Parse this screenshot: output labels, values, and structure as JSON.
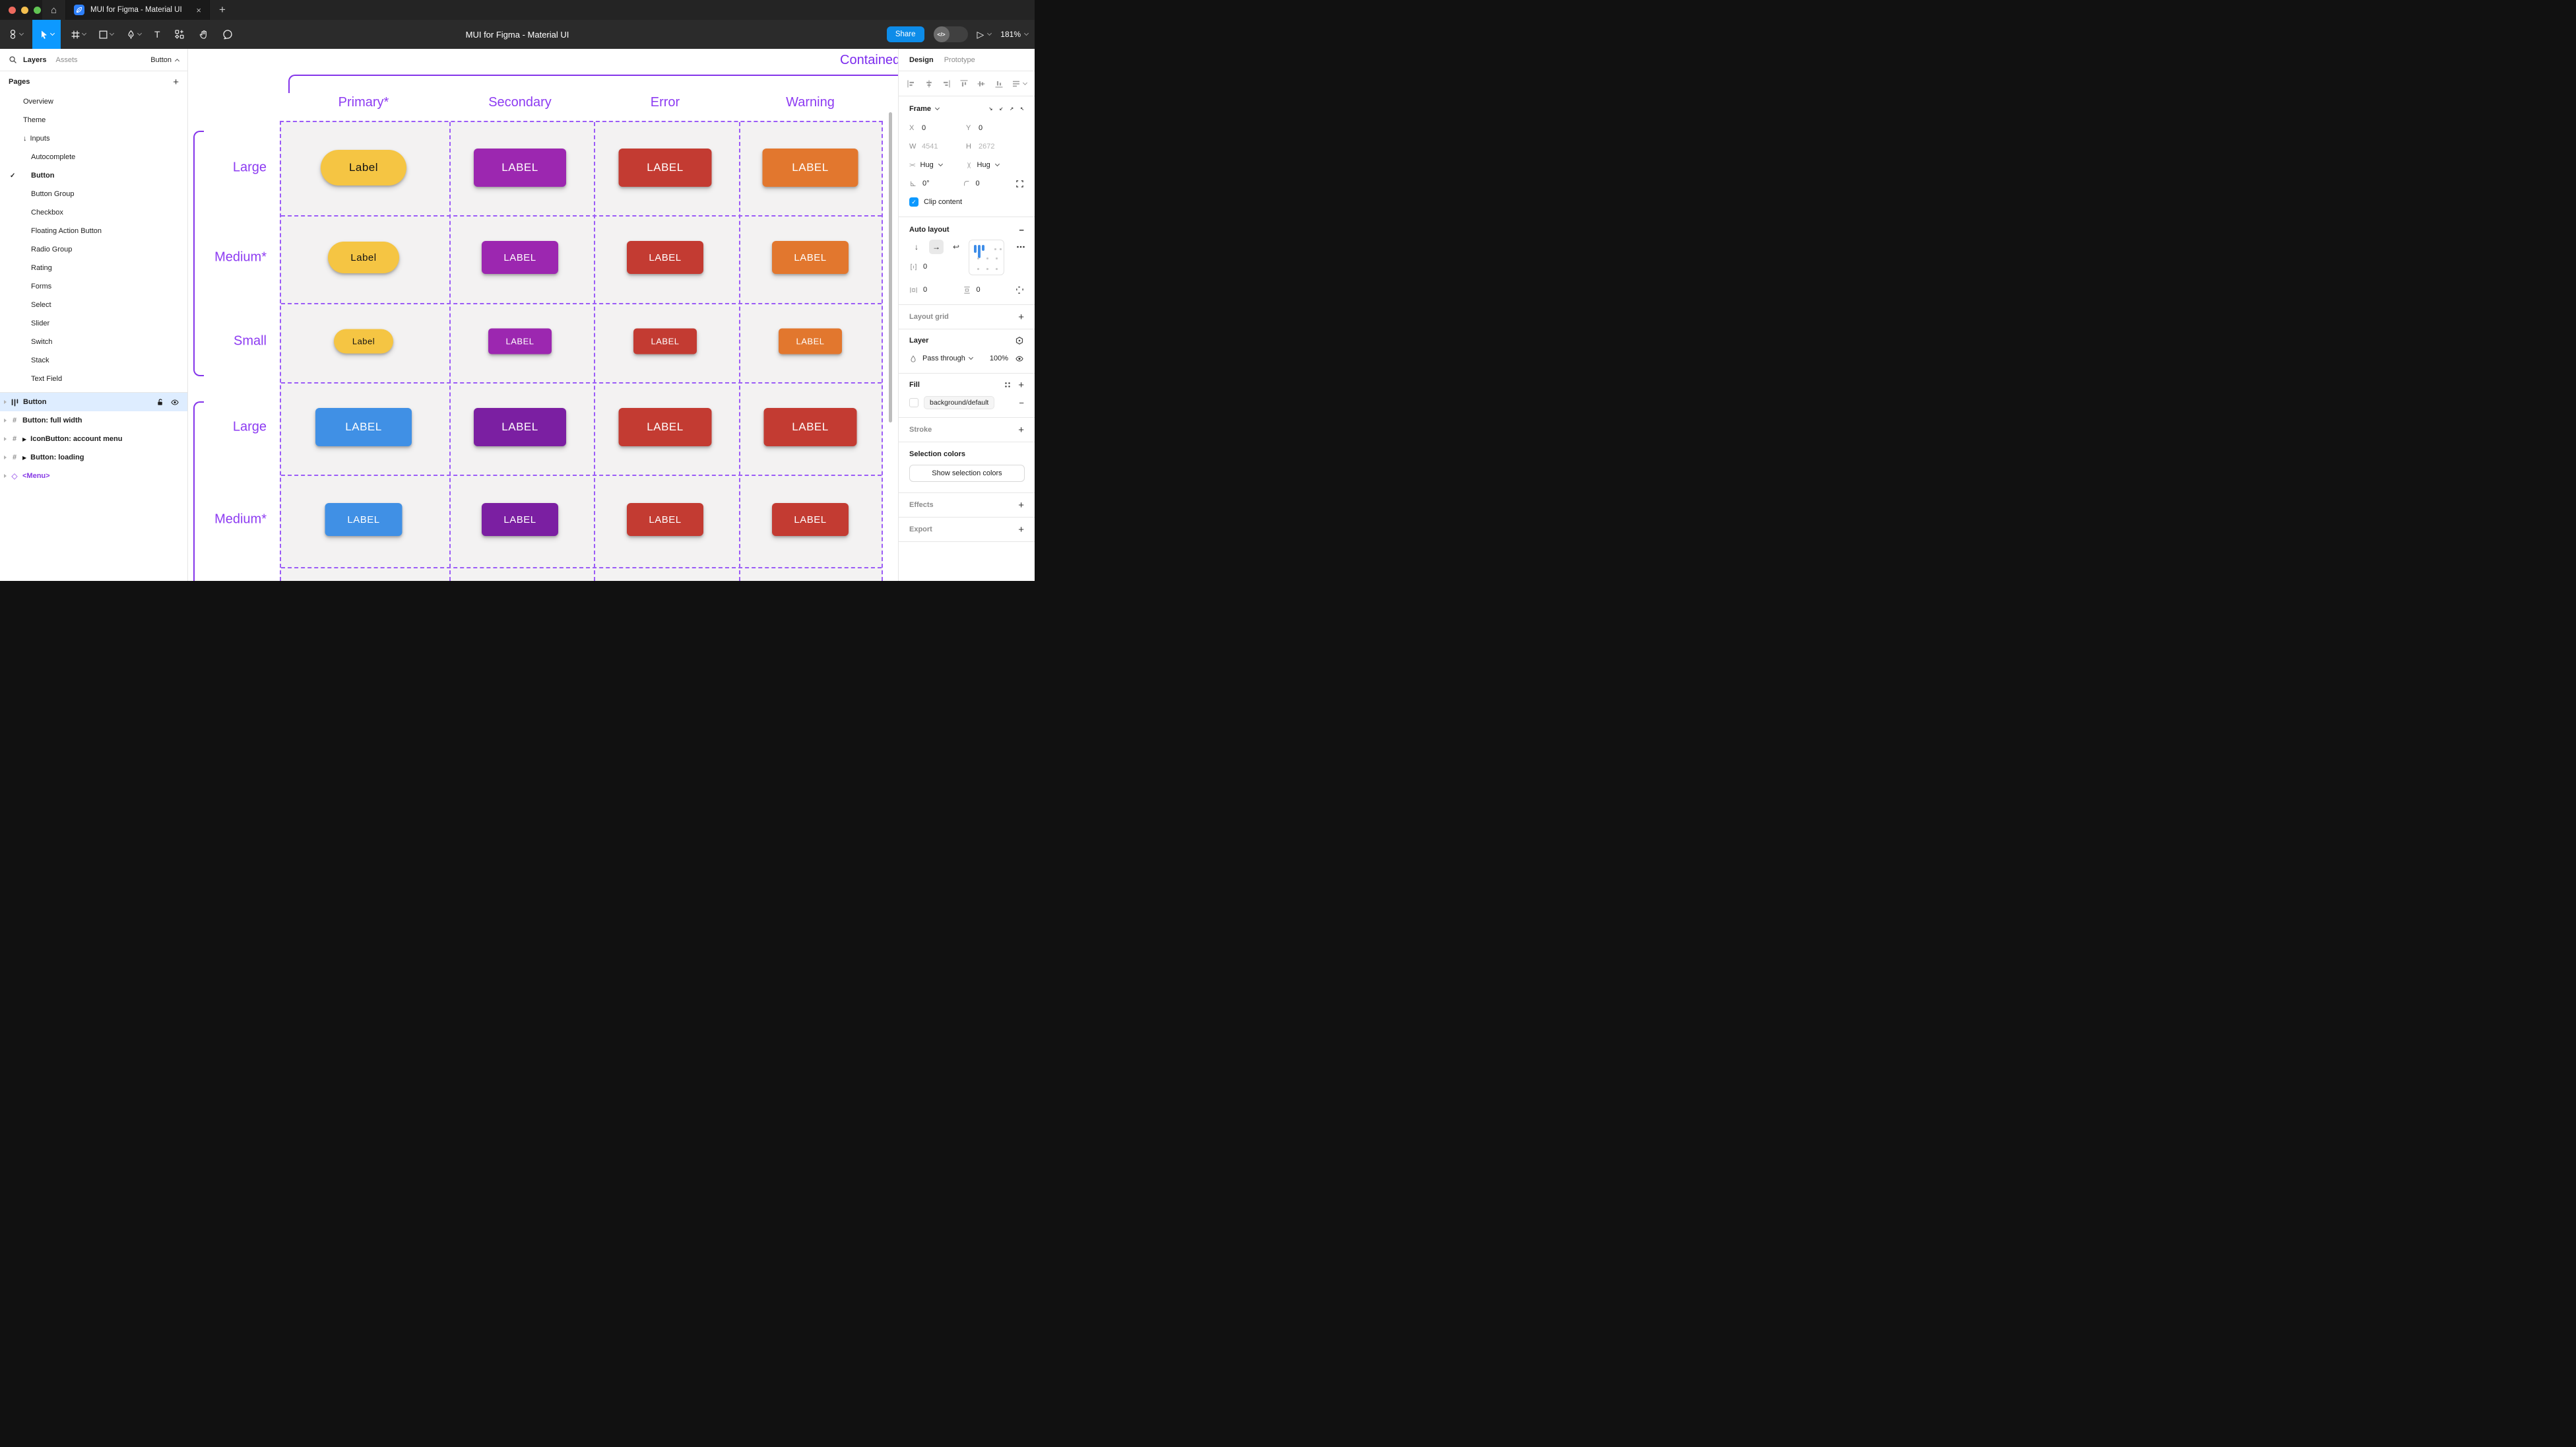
{
  "window": {
    "tab_title": "MUI for Figma - Material UI",
    "close_glyph": "×",
    "new_tab_glyph": "+"
  },
  "toolbar": {
    "title": "MUI for Figma - Material UI",
    "share": "Share",
    "devmode_glyph": "</>",
    "zoom": "181%"
  },
  "sidebar": {
    "layers_tab": "Layers",
    "assets_tab": "Assets",
    "page_selector": "Button",
    "pages_header": "Pages",
    "pages": [
      {
        "label": "Overview"
      },
      {
        "label": "Theme"
      },
      {
        "label": "Inputs"
      },
      {
        "label": "Autocomplete"
      },
      {
        "label": "Button"
      },
      {
        "label": "Button Group"
      },
      {
        "label": "Checkbox"
      },
      {
        "label": "Floating Action Button"
      },
      {
        "label": "Radio Group"
      },
      {
        "label": "Rating"
      },
      {
        "label": "Forms"
      },
      {
        "label": "Select"
      },
      {
        "label": "Slider"
      },
      {
        "label": "Switch"
      },
      {
        "label": "Stack"
      },
      {
        "label": "Text Field"
      }
    ],
    "layers": [
      {
        "label": "Button"
      },
      {
        "label": "Button: full width"
      },
      {
        "label": "IconButton: account menu"
      },
      {
        "label": "Button: loading"
      },
      {
        "label": "<Menu>"
      }
    ]
  },
  "canvas": {
    "frame_label": "Contained",
    "columns": [
      "Primary*",
      "Secondary",
      "Error",
      "Warning"
    ],
    "row_labels": [
      "Large",
      "Medium*",
      "Small",
      "Large",
      "Medium*"
    ],
    "accent_solid": "#8435ea",
    "accent_dashed": "#9b5cf7",
    "rows": [
      {
        "buttons": [
          {
            "label": "Label",
            "style": "left:266px;top:180px;width:130px;height:54px;border-radius:27px;background:#F5C543;color:#131313;font-size:17px"
          },
          {
            "label": "LABEL",
            "style": "left:503px;top:180px;width:140px;height:58px;border-radius:6px;background:#9C27B0;font-size:17px"
          },
          {
            "label": "LABEL",
            "style": "left:723px;top:180px;width:141px;height:58px;border-radius:6px;background:#C33B32;font-size:17px"
          },
          {
            "label": "LABEL",
            "style": "left:943px;top:180px;width:145px;height:58px;border-radius:6px;background:#E2772E;font-size:17px"
          }
        ]
      },
      {
        "buttons": [
          {
            "label": "Label",
            "style": "left:266px;top:316px;width:108px;height:48px;border-radius:24px;background:#F5C543;color:#131313;font-size:15px"
          },
          {
            "label": "LABEL",
            "style": "left:503px;top:316px;width:116px;height:50px;border-radius:6px;background:#9C27B0;font-size:15px"
          },
          {
            "label": "LABEL",
            "style": "left:723px;top:316px;width:116px;height:50px;border-radius:6px;background:#C33B32;font-size:15px"
          },
          {
            "label": "LABEL",
            "style": "left:943px;top:316px;width:116px;height:50px;border-radius:6px;background:#E2772E;font-size:15px"
          }
        ]
      },
      {
        "buttons": [
          {
            "label": "Label",
            "style": "left:266px;top:443px;width:90px;height:37px;border-radius:19px;background:#F5C543;color:#131313;font-size:13px"
          },
          {
            "label": "LABEL",
            "style": "left:503px;top:443px;width:96px;height:39px;border-radius:5px;background:#9C27B0;font-size:13px"
          },
          {
            "label": "LABEL",
            "style": "left:723px;top:443px;width:96px;height:39px;border-radius:5px;background:#C33B32;font-size:13px"
          },
          {
            "label": "LABEL",
            "style": "left:943px;top:443px;width:96px;height:39px;border-radius:5px;background:#E2772E;font-size:13px"
          }
        ]
      },
      {
        "buttons": [
          {
            "label": "LABEL",
            "style": "left:266px;top:573px;width:146px;height:58px;border-radius:6px;background:#4090E5;font-size:17px"
          },
          {
            "label": "LABEL",
            "style": "left:503px;top:573px;width:140px;height:58px;border-radius:6px;background:#7B1FA2;font-size:17px"
          },
          {
            "label": "LABEL",
            "style": "left:723px;top:573px;width:141px;height:58px;border-radius:6px;background:#C33B32;font-size:17px"
          },
          {
            "label": "LABEL",
            "style": "left:943px;top:573px;width:141px;height:58px;border-radius:6px;background:#C33B32;font-size:17px"
          }
        ]
      },
      {
        "buttons": [
          {
            "label": "LABEL",
            "style": "left:266px;top:713px;width:117px;height:50px;border-radius:6px;background:#4090E5;font-size:15px"
          },
          {
            "label": "LABEL",
            "style": "left:503px;top:713px;width:116px;height:50px;border-radius:6px;background:#7B1FA2;font-size:15px"
          },
          {
            "label": "LABEL",
            "style": "left:723px;top:713px;width:116px;height:50px;border-radius:6px;background:#C33B32;font-size:15px"
          },
          {
            "label": "LABEL",
            "style": "left:943px;top:713px;width:116px;height:50px;border-radius:6px;background:#C33B32;font-size:15px"
          }
        ]
      }
    ]
  },
  "inspector": {
    "design_tab": "Design",
    "prototype_tab": "Prototype",
    "frame": {
      "title": "Frame",
      "x_label": "X",
      "x": "0",
      "y_label": "Y",
      "y": "0",
      "w_label": "W",
      "w": "4541",
      "h_label": "H",
      "h": "2672",
      "hug_h": "Hug",
      "hug_v": "Hug",
      "rotation": "0°",
      "radius": "0",
      "clip": "Clip content"
    },
    "auto_layout": {
      "title": "Auto layout",
      "dir_down": "↓",
      "dir_right": "→",
      "dir_wrap": "↩",
      "gap": "0",
      "padding_h": "0",
      "padding_v": "0"
    },
    "layout_grid": {
      "title": "Layout grid"
    },
    "layer": {
      "title": "Layer",
      "blend": "Pass through",
      "opacity": "100%"
    },
    "fill": {
      "title": "Fill",
      "token": "background/default"
    },
    "stroke": {
      "title": "Stroke"
    },
    "selection_colors": {
      "title": "Selection colors",
      "button": "Show selection colors"
    },
    "effects": {
      "title": "Effects"
    },
    "export": {
      "title": "Export"
    }
  }
}
